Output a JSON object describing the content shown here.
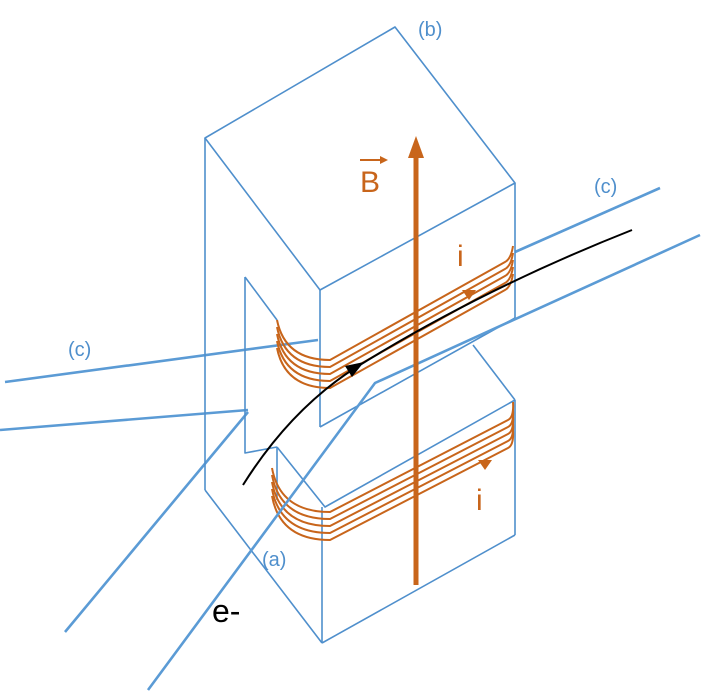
{
  "labels": {
    "magnet": "(b)",
    "beam_right": "(c)",
    "beam_left": "(c)",
    "gap": "(a)",
    "electron": "e-",
    "field": "B",
    "current_top": "i",
    "current_bottom": "i"
  },
  "colors": {
    "structure": "#4f8fcc",
    "beam": "#5b9bd5",
    "coil": "#c8651b",
    "trajectory": "#000000"
  }
}
